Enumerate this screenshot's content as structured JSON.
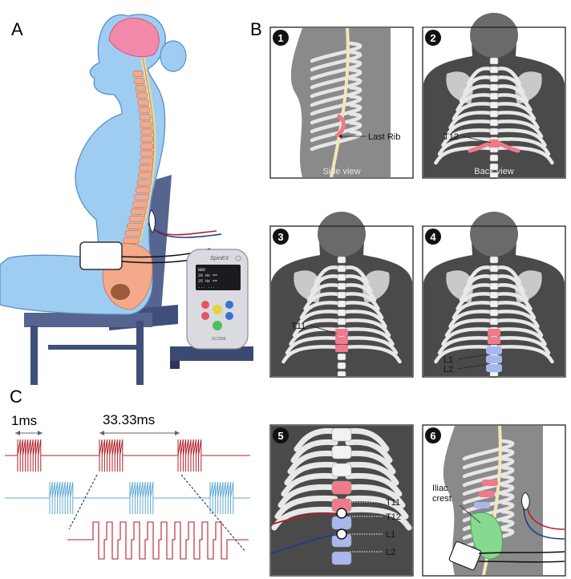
{
  "panels": {
    "a": {
      "letter": "A"
    },
    "b": {
      "letter": "B"
    },
    "c": {
      "letter": "C"
    }
  },
  "device": {
    "brand": "SpinEX",
    "maker": "SCONE",
    "screen_lines": [
      "BBD",
      "28  Hz  ==",
      "25  Hz  ==",
      "...  ..."
    ]
  },
  "steps": [
    {
      "number": "1",
      "view_label": "Side view",
      "callouts": [
        "Last Rib"
      ]
    },
    {
      "number": "2",
      "view_label": "Back view",
      "callouts": [
        "T12"
      ]
    },
    {
      "number": "3",
      "view_label": "",
      "callouts": [
        "T11"
      ]
    },
    {
      "number": "4",
      "view_label": "",
      "callouts": [
        "L1",
        "L2"
      ]
    },
    {
      "number": "5",
      "view_label": "",
      "callouts": [
        "T11",
        "T12",
        "L1",
        "L2"
      ]
    },
    {
      "number": "6",
      "view_label": "",
      "callouts": [
        "Iliac crest"
      ]
    }
  ],
  "waveform": {
    "pulse_width_label": "1ms",
    "period_label": "33.33ms"
  },
  "colors": {
    "skin": "#9fcdf2",
    "skin_outline": "#5b8fc4",
    "brain": "#f08aa8",
    "vertebra": "#f4a98b",
    "thoracic_highlight": "#f07a8a",
    "lumbar_highlight": "#a9b7ee",
    "iliac": "#86d98e",
    "channel_red": "#b32028",
    "channel_blue": "#5fa9d6",
    "cable_blue": "#1f3c8f",
    "xray_dark": "#4a4a4a",
    "xray_light": "#c9c9c9"
  }
}
